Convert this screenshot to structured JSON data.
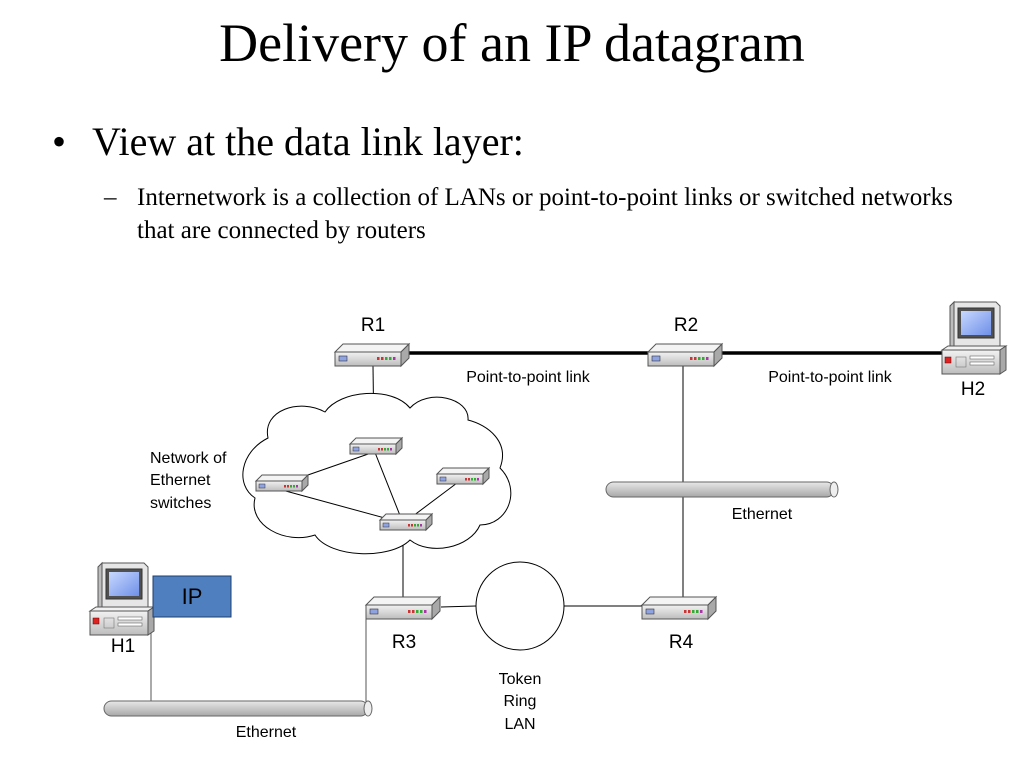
{
  "slide": {
    "title": "Delivery of an IP datagram",
    "bullet_mark": "•",
    "bullet": "View at the data link layer:",
    "sub_mark": "–",
    "sub_bullet": "Internetwork is a collection of LANs or point-to-point links or switched networks that are connected by routers"
  },
  "diagram": {
    "routers": {
      "r1": "R1",
      "r2": "R2",
      "r3": "R3",
      "r4": "R4"
    },
    "hosts": {
      "h1": "H1",
      "h2": "H2"
    },
    "links": {
      "p2p_left": "Point-to-point link",
      "p2p_right": "Point-to-point link",
      "ethernet_right": "Ethernet",
      "ethernet_bottom": "Ethernet"
    },
    "switch_cloud_label": [
      "Network of",
      "Ethernet",
      "switches"
    ],
    "token_ring_label": [
      "Token",
      "Ring",
      "LAN"
    ],
    "packet_label": "IP",
    "colors": {
      "packet_fill": "#4f7fbf",
      "device_body": "#d9d9d9",
      "cable_fill": "#cfcfcf",
      "screen": "#8fb0ff"
    }
  }
}
